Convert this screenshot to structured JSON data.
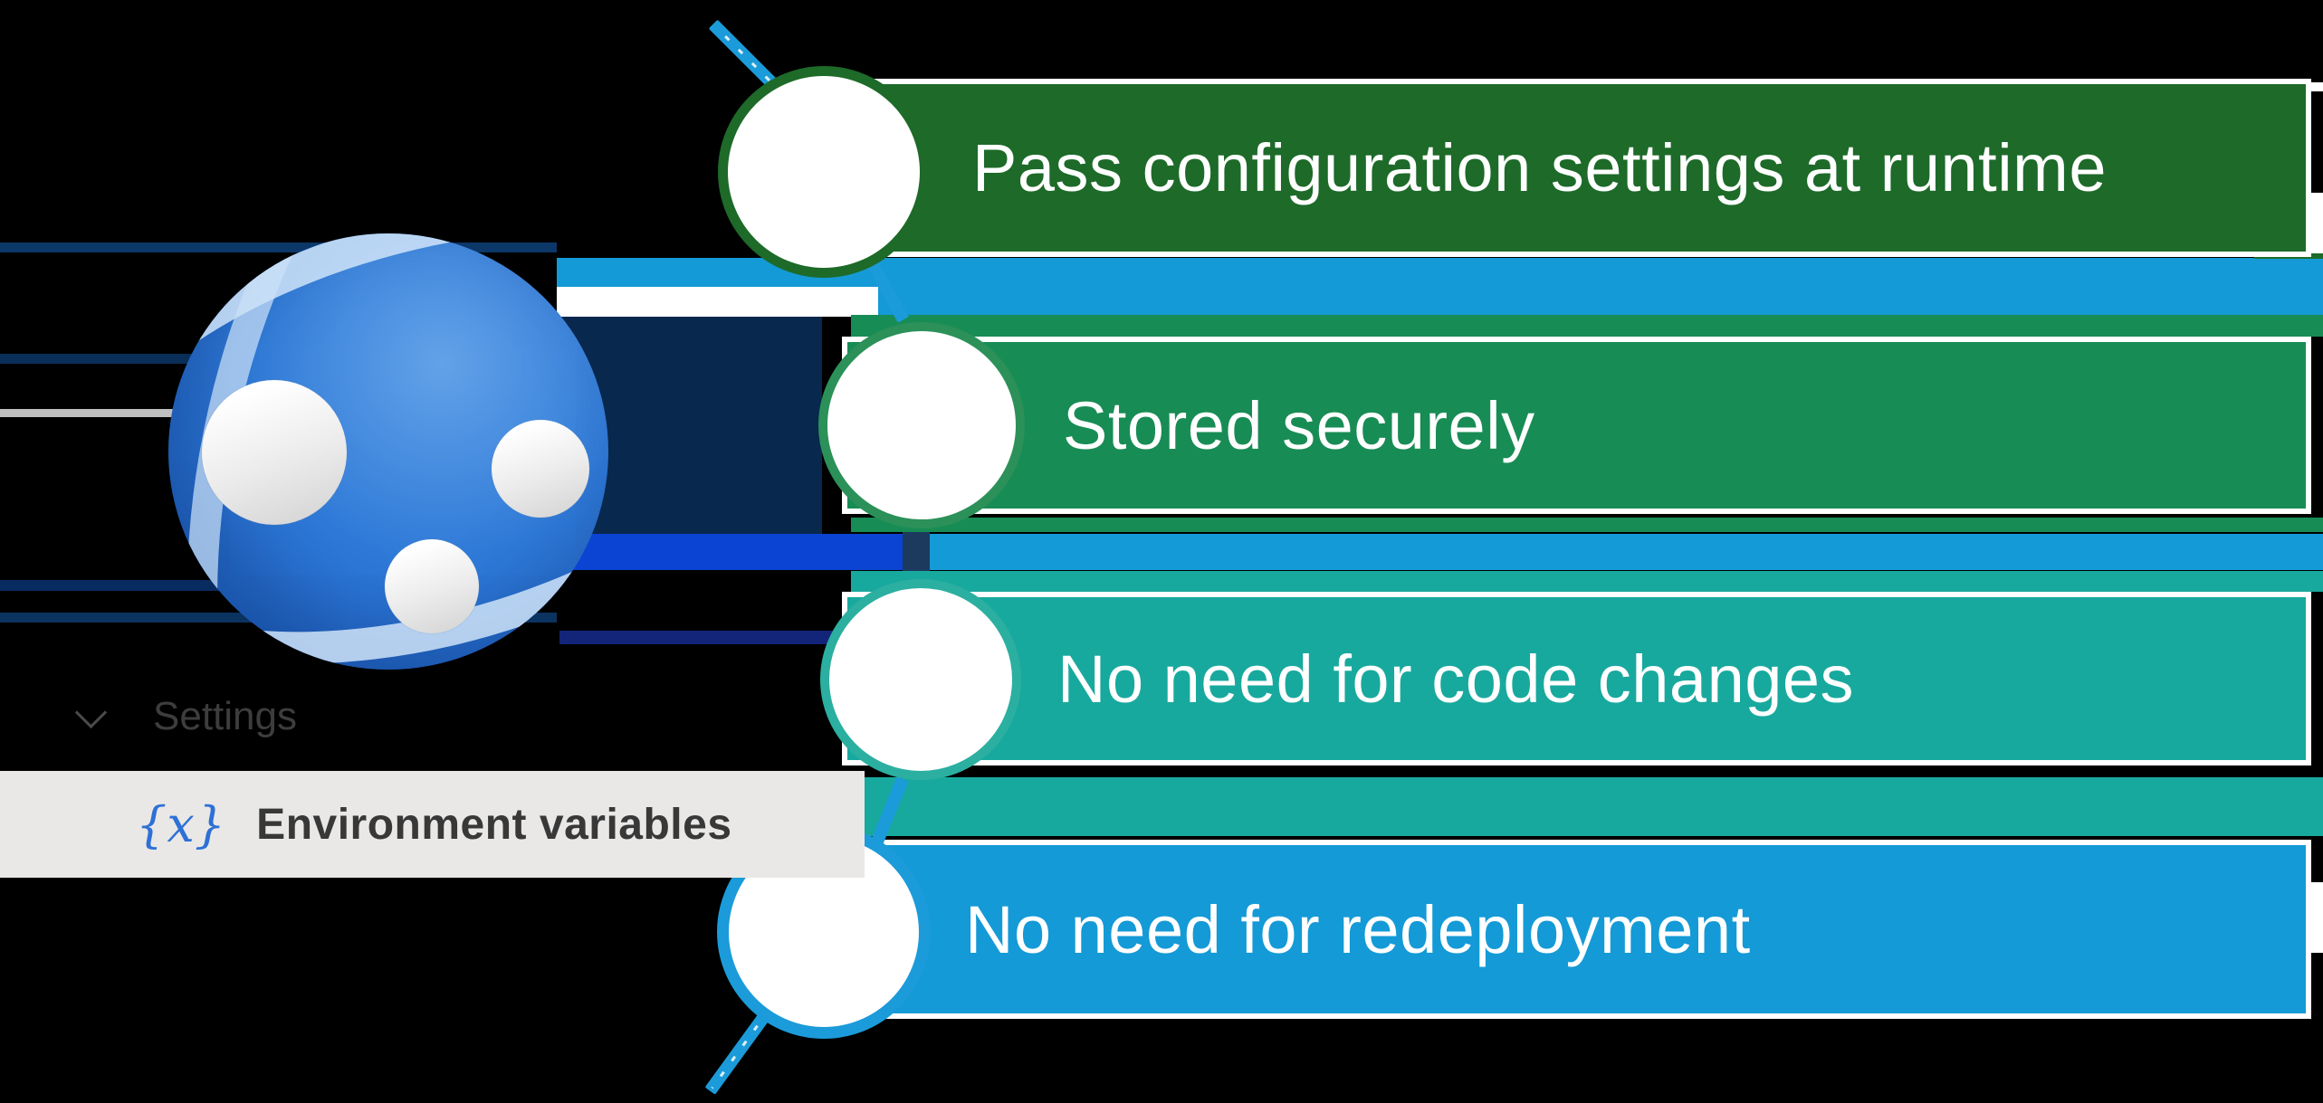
{
  "bars": [
    {
      "label": "Pass configuration settings at runtime",
      "color": "#1D6A29"
    },
    {
      "label": "Stored securely",
      "color": "#188C55"
    },
    {
      "label": "No need for code changes",
      "color": "#18A99E"
    },
    {
      "label": "No need for redeployment",
      "color": "#149AD6"
    }
  ],
  "sidebar": {
    "settings": {
      "label": "Settings",
      "icon": "chevron-down-icon"
    },
    "environment_variables": {
      "icon_text": "{x}",
      "label": "Environment variables"
    }
  },
  "icons": {
    "globe": "azure-app-service-globe-icon",
    "connector": "dashed-diagonal-line"
  },
  "colors": {
    "bar1": "#1D6A29",
    "bar2": "#188C55",
    "bar3": "#18A99E",
    "bar4": "#149AD6",
    "ribbon": "#149AD6",
    "royal": "#0B44D2",
    "navy": "#1C3A5E",
    "line": "#1B9BD9",
    "c1": "#1D6A29",
    "c2": "#2B9159",
    "c3": "#2BAFA0",
    "c4": "#1B9BD9",
    "graybox": "#E9E8E6",
    "accent": "#2E7BD6",
    "textdark": "#3D3D3D",
    "envblue": "#2E70D6"
  }
}
